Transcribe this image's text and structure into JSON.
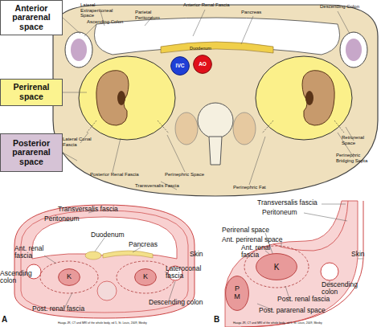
{
  "diagram": {
    "nodes": [
      {
        "text": [
          "Anterior pararenal space"
        ]
      },
      {
        "text": [
          "Perirenal space"
        ]
      },
      {
        "text": [
          "Posterior pararenal space"
        ]
      },
      {
        "text": [
          "IVC"
        ]
      },
      {
        "text": [
          "AO"
        ]
      },
      {
        "text": [
          "K"
        ]
      },
      {
        "text": [
          "K"
        ]
      },
      {
        "text": [
          "K"
        ]
      },
      {
        "text": [
          "P",
          "M"
        ]
      }
    ],
    "labels": [
      "Lateral Extraperitoneal Space",
      "Ascending Colon",
      "Parietal Peritoneum",
      "Anterior Renal Fascia",
      "Pancreas",
      "Descending Colon",
      "Duodenum",
      "Lateral Conal Fascia",
      "Posterior Renal Fascia",
      "Transversalis Fascia",
      "Perinephric Space",
      "Perinephric Fat",
      "Retrorenal Space",
      "Perinephric Bridging Septa",
      "Transversalis fascia",
      "Peritoneum",
      "Duodenum",
      "Pancreas",
      "Ant. renal fascia",
      "Ascending colon",
      "Skin",
      "Lateroconal fascia",
      "Descending colon",
      "Post. renal fascia",
      "A",
      "Haaga JR, CT and MRI of the whole body, ed 5, St. Louis, 2009, Mosby",
      "Transversalis fascia",
      "Peritoneum",
      "Perirenal space",
      "Ant. perirenal space",
      "Ant. renal fascia",
      "Skin",
      "Descending colon",
      "Post. renal fascia",
      "Post. pararenal space",
      "B",
      "Haaga JR, CT and MRI of the whole body, ed 5, St. Louis, 2009, Mosby"
    ]
  }
}
